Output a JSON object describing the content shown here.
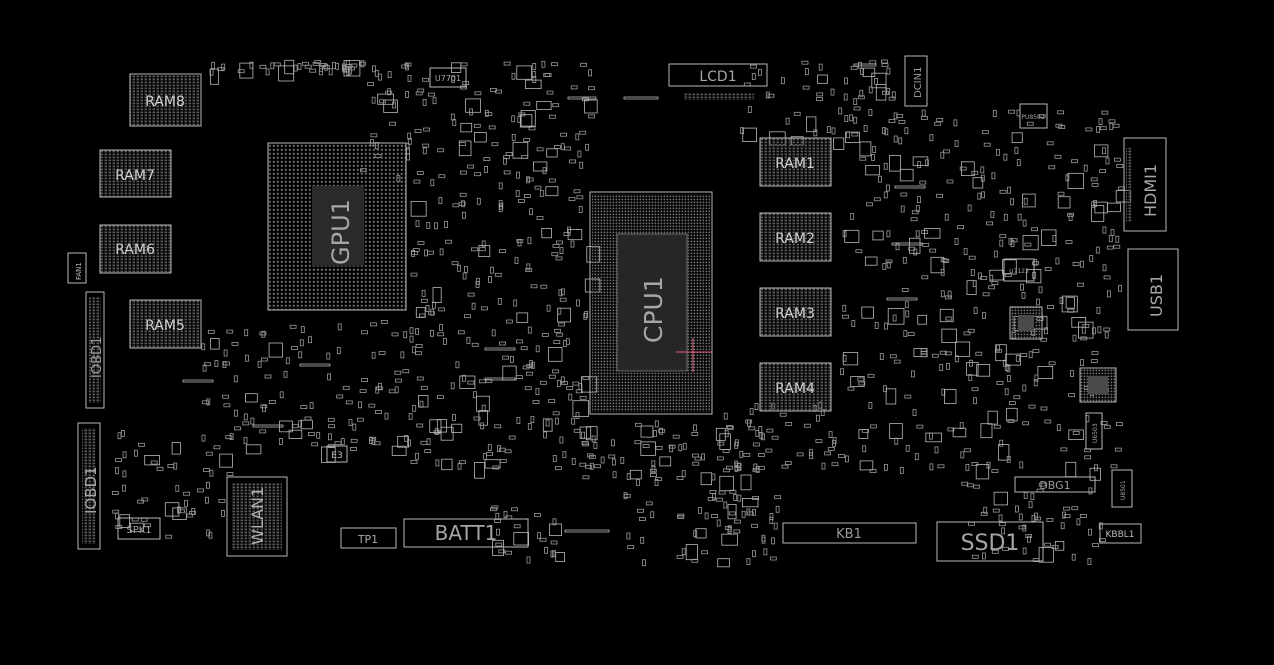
{
  "colors": {
    "background": "#000000",
    "outline": "#b9b9b9",
    "outline_dim": "#8a8a8a",
    "label": "#9a9a9a",
    "label_dim": "#cfcfcf",
    "pad": "#7a7a7a",
    "marker": "#e0607a"
  },
  "components": {
    "ram8": "RAM8",
    "ram7": "RAM7",
    "ram6": "RAM6",
    "ram5": "RAM5",
    "fan1": "FAN1",
    "iobd1_upper": "IOBD1",
    "iobd1_lower": "IOBD1",
    "gpu1": "GPU1",
    "cpu1": "CPU1",
    "lcd1": "LCD1",
    "dcin1": "DCIN1",
    "ram1": "RAM1",
    "ram2": "RAM2",
    "ram3": "RAM3",
    "ram4": "RAM4",
    "hdmi1": "HDMI1",
    "usb1": "USB1",
    "u7701": "U7701",
    "u7123": "U7123",
    "pu8502": "PU8502",
    "u6503": "U6503",
    "u8501": "U8501",
    "dbg1": "DBG1",
    "kbbl1": "KBBL1",
    "ssd1": "SSD1",
    "kb1": "KB1",
    "batt1": "BATT1",
    "tp1": "TP1",
    "wlan1": "WLAN1",
    "spk1": "SPK1",
    "e3": "E3"
  }
}
